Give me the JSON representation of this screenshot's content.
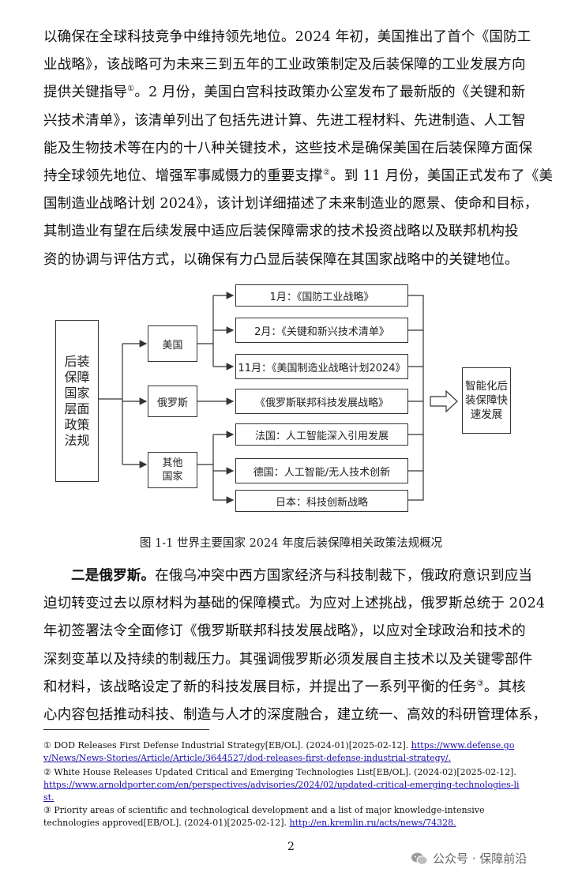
{
  "paragraph1": {
    "lines": [
      "以确保在全球科技竞争中维持领先地位。2024 年初，美国推出了首个《国防工",
      "业战略》，该战略可为未来三到五年的工业政策制定及后装保障的工业发展方向",
      "提供关键指导",
      "。2 月份，美国白宫科技政策办公室发布了最新版的《关键和新",
      "兴技术清单》，该清单列出了包括先进计算、先进工程材料、先进制造、人工智",
      "能及生物技术等在内的十八种关键技术，这些技术是确保美国在后装保障方面保",
      "持全球领先地位、增强军事威慑力的重要支撑",
      "。到 11 月份，美国正式发布了《美",
      "国制造业战略计划 2024》，该计划详细描述了未来制造业的愿景、使命和目标，",
      "其制造业有望在后续发展中适应后装保障需求的技术投资战略以及联邦机构投",
      "资的协调与评估方式，以确保有力凸显后装保障在其国家战略中的关键地位。"
    ],
    "ref1": "①",
    "ref2": "②"
  },
  "figure": {
    "left_box": "后装保障国家层面政策法规",
    "countries": {
      "us": "美国",
      "russia": "俄罗斯",
      "others": "其他国家"
    },
    "items": [
      "1月：《国防工业战略》",
      "2月：《关键和新兴技术清单》",
      "11月：《美国制造业战略计划2024》",
      "《俄罗斯联邦科技发展战略》",
      "法国：人工智能深入引用发展",
      "德国：人工智能/无人技术创新",
      "日本：科技创新战略"
    ],
    "result_box": "智能化后装保障快速发展",
    "caption": "图 1-1    世界主要国家 2024 年度后装保障相关政策法规概况"
  },
  "paragraph2": {
    "lead": "二是俄罗斯。",
    "lines": [
      "在俄乌冲突中西方国家经济与科技制裁下，俄政府意识到应当",
      "迫切转变过去以原材料为基础的保障模式。为应对上述挑战，俄罗斯总统于 2024",
      "年初签署法令全面修订《俄罗斯联邦科技发展战略》，以应对全球政治和技术的",
      "深刻变革以及持续的制裁压力。其强调俄罗斯必须发展自主技术以及关键零部件",
      "和材料，该战略设定了新的科技发展目标，并提出了一系列平衡的任务",
      "。其核",
      "心内容包括推动科技、制造与人才的深度融合，建立统一、高效的科研管理体系，"
    ],
    "ref3": "③"
  },
  "footnotes": [
    {
      "text": "① DOD Releases First Defense Industrial Strategy[EB/OL]. (2024-01)[2025-02-12]. ",
      "link": "https://www.defense.gov/News/News-Stories/Article/Article/3644527/dod-releases-first-defense-industrial-strategy/."
    },
    {
      "text": "② White House Releases Updated Critical and Emerging Technologies List[EB/OL]. (2024-02)[2025-02-12]. ",
      "link": "https://www.arnoldporter.com/en/perspectives/advisories/2024/02/updated-critical-emerging-technologies-list."
    },
    {
      "text": "③ Priority areas of scientific and technological development and a list of major knowledge-intensive technologies approved[EB/OL]. (2024-01)[2025-02-12]. ",
      "link": "http://en.kremlin.ru/acts/news/74328."
    }
  ],
  "page_number": "2",
  "watermark": "公众号 · 保障前沿"
}
